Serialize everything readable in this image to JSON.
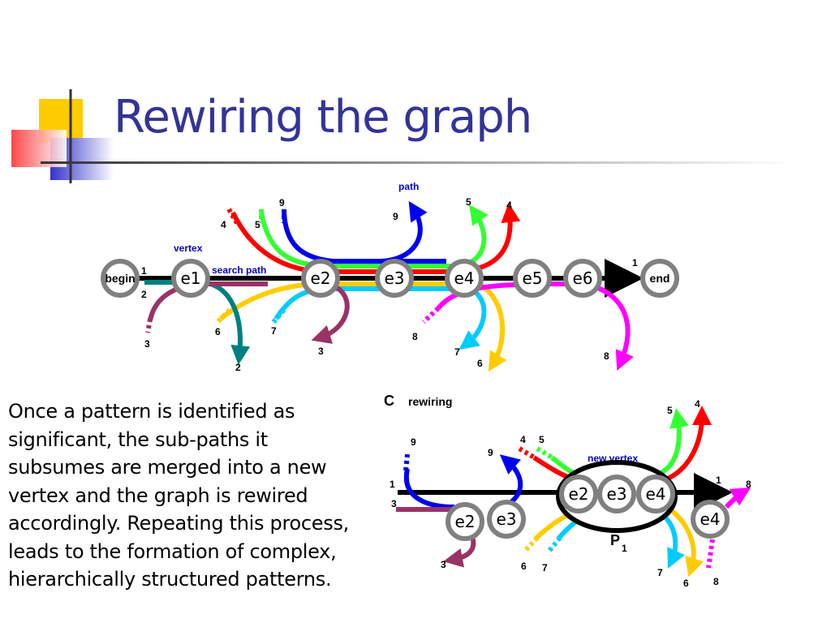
{
  "title": "Rewiring the graph",
  "body": "Once a pattern is identified as significant, the sub-paths it subsumes are merged into a new vertex and the graph is rewired accordingly. Repeating this process, leads to the formation of complex, hierarchically structured patterns.",
  "colors": {
    "title": "#333399",
    "node_stroke": "#808080",
    "annotation": "#0000cc"
  },
  "top_graph": {
    "nodes": [
      "begin",
      "e1",
      "e2",
      "e3",
      "e4",
      "e5",
      "e6",
      "end"
    ],
    "annotations": {
      "path": "path",
      "vertex": "vertex",
      "search_path": "search path"
    },
    "path_labels": [
      "1",
      "2",
      "3",
      "4",
      "5",
      "9",
      "9",
      "5",
      "4",
      "1",
      "6",
      "7",
      "3",
      "8",
      "7",
      "6",
      "8",
      "2"
    ]
  },
  "bottom_graph": {
    "section_letter": "C",
    "section_title": "rewiring",
    "new_vertex_label": "new vertex",
    "pattern_label": "P",
    "pattern_subscript": "1",
    "merged_nodes": [
      "e2",
      "e3",
      "e4"
    ],
    "side_nodes": [
      "e2",
      "e3"
    ],
    "right_node": "e4",
    "path_labels": [
      "9",
      "9",
      "4",
      "5",
      "5",
      "4",
      "1",
      "3",
      "1",
      "8",
      "3",
      "6",
      "7",
      "7",
      "6",
      "8"
    ]
  }
}
